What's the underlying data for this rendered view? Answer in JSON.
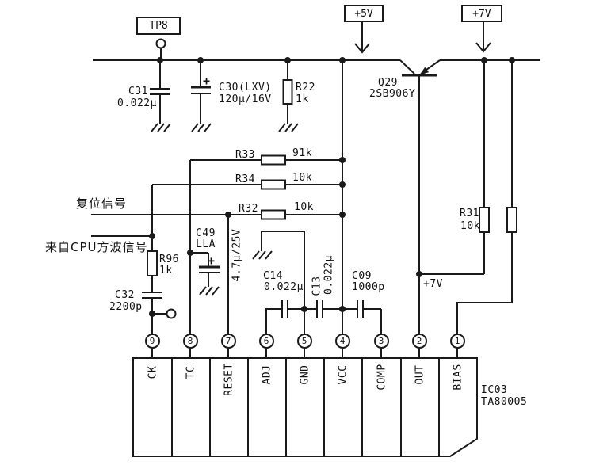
{
  "power": {
    "v5": "+5V",
    "v7": "+7V",
    "v7_mid": "+7V"
  },
  "test_point": {
    "label": "TP8"
  },
  "signals": {
    "reset": "复位信号",
    "cpu": "来自CPU方波信号"
  },
  "components": {
    "c31": {
      "ref": "C31",
      "value": "0.022μ"
    },
    "c30": {
      "ref": "C30(LXV)",
      "value": "120μ/16V",
      "polarity": "+"
    },
    "r22": {
      "ref": "R22",
      "value": "1k"
    },
    "q29": {
      "ref": "Q29",
      "value": "2SB906Y"
    },
    "r33": {
      "ref": "R33",
      "value": "91k"
    },
    "r34": {
      "ref": "R34",
      "value": "10k"
    },
    "r32": {
      "ref": "R32",
      "value": "10k"
    },
    "c49": {
      "ref": "C49",
      "value": "LLA",
      "rating": "4.7μ/25V",
      "polarity": "+"
    },
    "r96": {
      "ref": "R96",
      "value": "1k"
    },
    "c32": {
      "ref": "C32",
      "value": "2200p"
    },
    "c14": {
      "ref": "C14",
      "value": "0.022μ"
    },
    "c13": {
      "ref": "C13",
      "value": "0.022μ"
    },
    "c09": {
      "ref": "C09",
      "value": "1000p"
    },
    "r31": {
      "ref": "R31",
      "value": "10k"
    }
  },
  "ic": {
    "ref": "IC03",
    "part": "TA80005",
    "pins": [
      {
        "num": "9",
        "name": "CK"
      },
      {
        "num": "8",
        "name": "TC"
      },
      {
        "num": "7",
        "name": "RESET"
      },
      {
        "num": "6",
        "name": "ADJ"
      },
      {
        "num": "5",
        "name": "GND"
      },
      {
        "num": "4",
        "name": "VCC"
      },
      {
        "num": "3",
        "name": "COMP"
      },
      {
        "num": "2",
        "name": "OUT"
      },
      {
        "num": "1",
        "name": "BIAS"
      }
    ]
  }
}
